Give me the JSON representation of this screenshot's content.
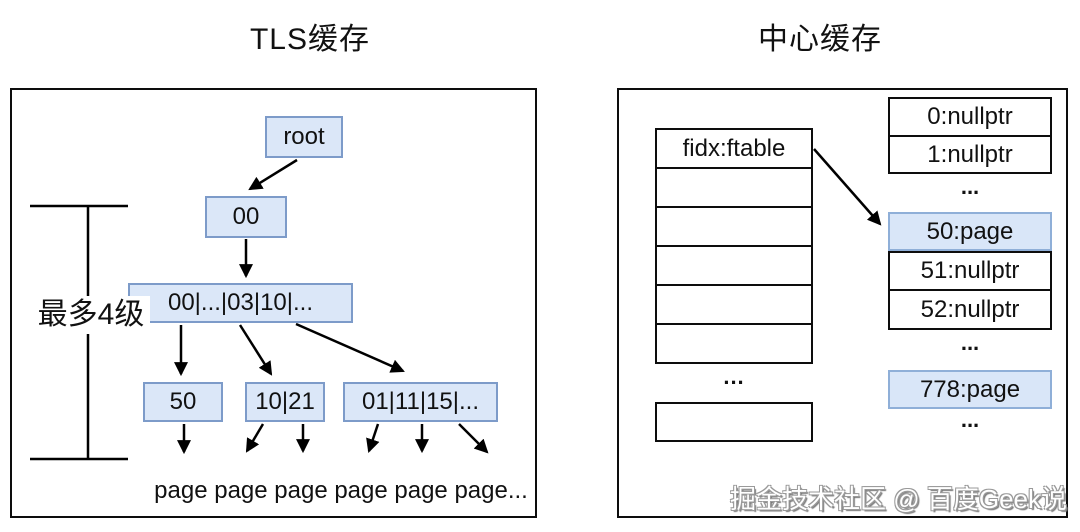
{
  "tls_panel": {
    "title": "TLS缓存",
    "bracket_label": "最多4级",
    "nodes": {
      "root": "root",
      "level1": "00",
      "level2": "00|...|03|10|...",
      "level3a": "50",
      "level3b": "10|21",
      "level3c": "01|11|15|..."
    },
    "pages_label": "page page page page page page..."
  },
  "central_panel": {
    "title": "中心缓存",
    "ftable": {
      "header": "fidx:ftable",
      "empty_row_count": 5,
      "ellipsis": "..."
    },
    "span_map": [
      {
        "label": "0:nullptr",
        "highlighted": false,
        "ellipsis": false
      },
      {
        "label": "1:nullptr",
        "highlighted": false,
        "ellipsis": false
      },
      {
        "label": "...",
        "highlighted": false,
        "ellipsis": true
      },
      {
        "label": "50:page",
        "highlighted": true,
        "ellipsis": false
      },
      {
        "label": "51:nullptr",
        "highlighted": false,
        "ellipsis": false
      },
      {
        "label": "52:nullptr",
        "highlighted": false,
        "ellipsis": false
      },
      {
        "label": "...",
        "highlighted": false,
        "ellipsis": true
      },
      {
        "label": "778:page",
        "highlighted": true,
        "ellipsis": false
      },
      {
        "label": "...",
        "highlighted": false,
        "ellipsis": true
      }
    ]
  },
  "watermark": "掘金技术社区 @ 百度Geek说",
  "colors": {
    "node_fill": "#dbe7f8",
    "node_border": "#7d9bc9",
    "highlight_fill": "#d9e6f8",
    "highlight_border": "#8fafd8",
    "line": "#000000"
  }
}
